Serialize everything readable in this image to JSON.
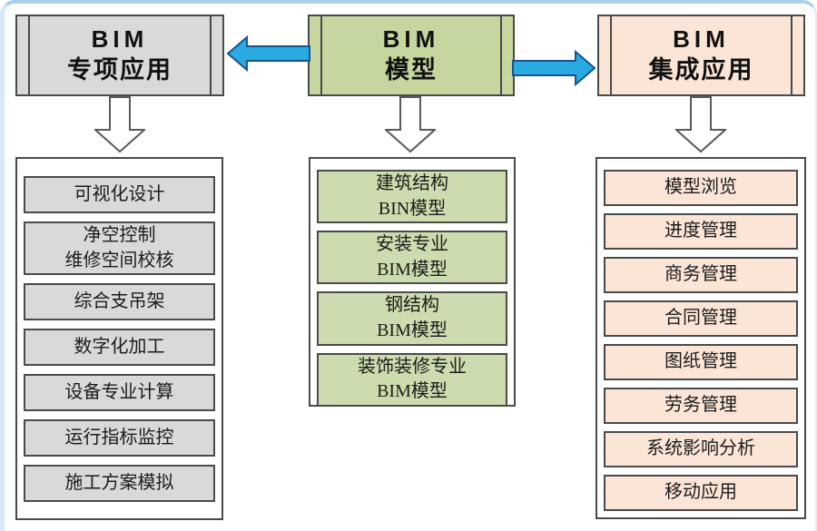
{
  "diagram": {
    "title_implicit": "BIM 应用结构图",
    "colors": {
      "special_fill": "#d9d9d9",
      "model_header_fill": "#c5d79e",
      "model_item_fill": "#ccdcae",
      "integrated_fill": "#fbe5d6",
      "arrow_blue_fill": "#29abe2",
      "arrow_blue_border": "#19538f",
      "box_border": "#4a4a4a",
      "frame_blue": "#a9d0ec",
      "text_color": "#1c1c1c"
    },
    "columns": [
      {
        "key": "bim-special-applications",
        "header": {
          "line1": "BIM",
          "line2": "专项应用"
        },
        "items": [
          {
            "line1": "可视化设计"
          },
          {
            "line1": "净空控制",
            "line2": "维修空间校核"
          },
          {
            "line1": "综合支吊架"
          },
          {
            "line1": "数字化加工"
          },
          {
            "line1": "设备专业计算"
          },
          {
            "line1": "运行指标监控"
          },
          {
            "line1": "施工方案模拟"
          }
        ]
      },
      {
        "key": "bim-model",
        "header": {
          "line1": "BIM",
          "line2": "模型"
        },
        "items": [
          {
            "line1": "建筑结构",
            "line2": "BIN模型"
          },
          {
            "line1": "安装专业",
            "line2": "BIM模型"
          },
          {
            "line1": "钢结构",
            "line2": "BIM模型"
          },
          {
            "line1": "装饰装修专业",
            "line2": "BIM模型"
          }
        ]
      },
      {
        "key": "bim-integrated-applications",
        "header": {
          "line1": "BIM",
          "line2": "集成应用"
        },
        "items": [
          {
            "line1": "模型浏览"
          },
          {
            "line1": "进度管理"
          },
          {
            "line1": "商务管理"
          },
          {
            "line1": "合同管理"
          },
          {
            "line1": "图纸管理"
          },
          {
            "line1": "劳务管理"
          },
          {
            "line1": "系统影响分析"
          },
          {
            "line1": "移动应用"
          }
        ]
      }
    ]
  }
}
